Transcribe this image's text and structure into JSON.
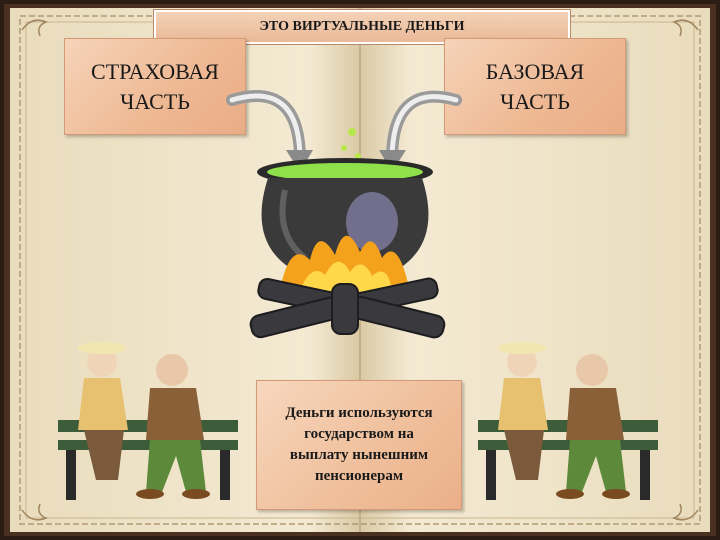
{
  "title": "ЭТО ВИРТУАЛЬНЫЕ ДЕНЬГИ",
  "left_panel": "СТРАХОВАЯ\nЧАСТЬ",
  "right_panel": "БАЗОВАЯ\nЧАСТЬ",
  "bottom_panel": "Деньги используются\nгосударством на\nвыплату нынешним\nпенсионерам",
  "colors": {
    "background_border": "#2b1d14",
    "page": "#f1e6cc",
    "panel": "#eeb893",
    "potion": "#8fe04a"
  },
  "icons": [
    "arrow-left-icon",
    "arrow-right-icon",
    "cauldron-icon",
    "fire-icon",
    "elderly-couple-left",
    "elderly-couple-right"
  ]
}
